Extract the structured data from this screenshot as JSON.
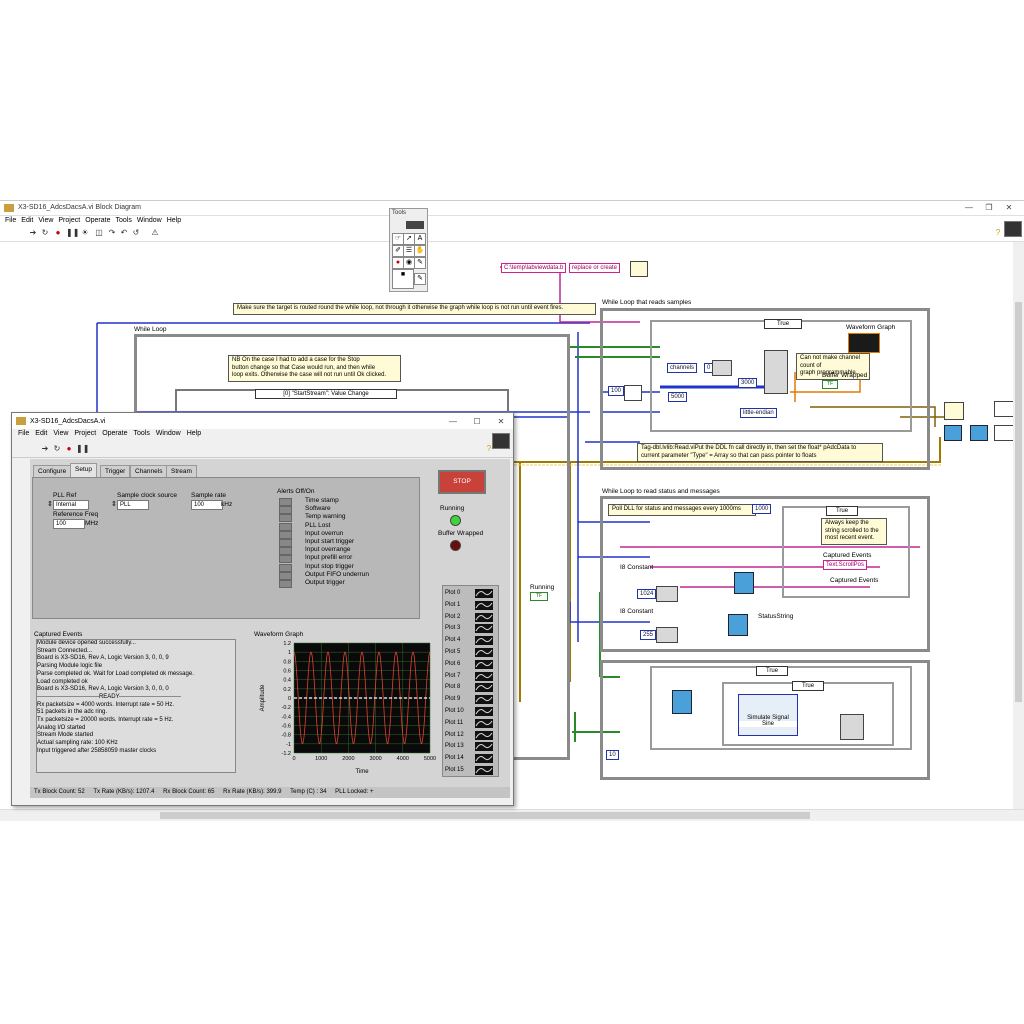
{
  "block_diagram": {
    "title": "X3-SD16_AdcsDacsA.vi Block Diagram",
    "menu": [
      "File",
      "Edit",
      "View",
      "Project",
      "Operate",
      "Tools",
      "Window",
      "Help"
    ],
    "tools_palette": {
      "title": "Tools"
    },
    "notes": {
      "route": "Make sure the target is routed round the while loop, not through it otherwise the graph while loop is not run until event fires.",
      "stop_case": [
        "NB On the case I had to add a case for the Stop",
        "button change so that Case would run, and then while",
        "loop exits. Otherwise the case will not run until Ok clicked."
      ],
      "channel_count": [
        "Can not make channel count of",
        "graph programmable."
      ],
      "tag_dbl": [
        "Tag-dbl.lvlib:Read.viPut the DDL fn call directly in, then set the float* pAdcData to",
        "current parameter \"Type\" = Array so that can pass pointer to floats"
      ],
      "poll": "Poll DLL for status and messages every 1000ms",
      "scrolled": [
        "Always keep the",
        "string scrolled to the",
        "most recent event."
      ]
    },
    "labels": {
      "while_loop": "While Loop",
      "loop_reads_samples": "While Loop that reads samples",
      "loop_status": "While Loop to read status and messages",
      "waveform_graph": "Waveform Graph",
      "buffer_wrapped": "Buffer Wrapped",
      "running": "Running",
      "captured_events": "Captured Events",
      "status_string": "StatusString",
      "i8_constant_1": "I8 Constant",
      "i8_constant_2": "I8 Constant",
      "simulate_signal": "Simulate Signal",
      "sine": "Sine"
    },
    "constants": {
      "path": "C:\\temp\\labviewdata.b",
      "file_mode": "replace or create",
      "channels": "channels",
      "c100": "100",
      "c3000": "3000",
      "c5000": "5000",
      "c0": "0",
      "endian": "little-endian",
      "c1000": "1000",
      "c1024": "1024",
      "c255": "255",
      "c10": "10",
      "true_case": "True",
      "event_case": "[0] \"StartStream\": Value Change",
      "scroll_pos": "Text.ScrollPos",
      "tf": "TF"
    }
  },
  "front_panel": {
    "title": "X3-SD16_AdcsDacsA.vi",
    "menu": [
      "File",
      "Edit",
      "View",
      "Project",
      "Operate",
      "Tools",
      "Window",
      "Help"
    ],
    "tabs": [
      "Configure",
      "Setup",
      "Trigger",
      "Channels",
      "Stream"
    ],
    "active_tab": "Setup",
    "pll_ref_label": "PLL Ref",
    "pll_ref_value": "Internal",
    "sample_clock_label": "Sample clock source",
    "sample_clock_value": "PLL",
    "sample_rate_label": "Sample rate",
    "sample_rate_value": "100",
    "sample_rate_unit": "kHz",
    "ref_freq_label": "Reference Freq",
    "ref_freq_value": "100",
    "ref_freq_unit": "MHz",
    "alerts_label": "Alerts Off/On",
    "alerts": [
      "Time stamp",
      "Software",
      "Temp warning",
      "PLL Lost",
      "Input overrun",
      "Input start trigger",
      "Input overrange",
      "Input prefill error",
      "Input stop trigger",
      "Output FIFO underrun",
      "Output trigger"
    ],
    "stop_label": "STOP",
    "running_label": "Running",
    "buffer_wrapped_label": "Buffer Wrapped",
    "led_colors": {
      "running": "#3ed43e",
      "buffer_wrapped": "#6a0d0d"
    },
    "captured_events_label": "Captured Events",
    "captured_events": [
      "Module device opened successfully...",
      "Stream Connected...",
      "Board is X3-SD16, Rev A, Logic Version 3, 0, 0, 9",
      "Parsing Module logic file",
      "Parse completed ok. Wait for Load completed ok message.",
      "Load completed ok",
      "Board is X3-SD16, Rev A, Logic Version 3, 0, 0, 0",
      "-------------------------------READY-------------------------------",
      "Rx packetsize = 4000 words. Interrupt rate = 50 Hz.",
      "51 packets in the adc ring.",
      "Tx packetsize = 20000 words. Interrupt rate = 5 Hz.",
      "Analog I/O started",
      "Stream Mode started",
      "Actual sampling rate: 100 KHz",
      "Input triggered after 25858059 master clocks"
    ],
    "waveform_graph_label": "Waveform Graph",
    "plots": [
      "Plot 0",
      "Plot 1",
      "Plot 2",
      "Plot 3",
      "Plot 4",
      "Plot 5",
      "Plot 6",
      "Plot 7",
      "Plot 8",
      "Plot 9",
      "Plot 10",
      "Plot 11",
      "Plot 12",
      "Plot 13",
      "Plot 14",
      "Plot 15"
    ],
    "status_bar": [
      "Tx Block Count: 52",
      "Tx Rate (KB/s): 1207.4",
      "Rx Block Count: 65",
      "Rx Rate (KB/s): 399.9",
      "Temp (C) : 34",
      "PLL Locked: +"
    ]
  },
  "chart_data": {
    "type": "line",
    "ylabel": "Amplitude",
    "xlabel": "Time",
    "xlim": [
      0,
      5000
    ],
    "ylim": [
      -1.2,
      1.2
    ],
    "xticks": [
      "0",
      "1000",
      "2000",
      "3000",
      "4000",
      "5000"
    ],
    "yticks": [
      "1.2",
      "1",
      "0.8",
      "0.6",
      "0.4",
      "0.2",
      "0",
      "-0.2",
      "-0.4",
      "-0.6",
      "-0.8",
      "-1",
      "-1.2"
    ],
    "series": [
      {
        "color": "#e04030",
        "kind": "sine",
        "amplitude": 1,
        "cycles": 8
      },
      {
        "color": "#ffffff",
        "kind": "flat",
        "value": 0
      }
    ],
    "grid": true,
    "background": "#0a0a0a"
  }
}
